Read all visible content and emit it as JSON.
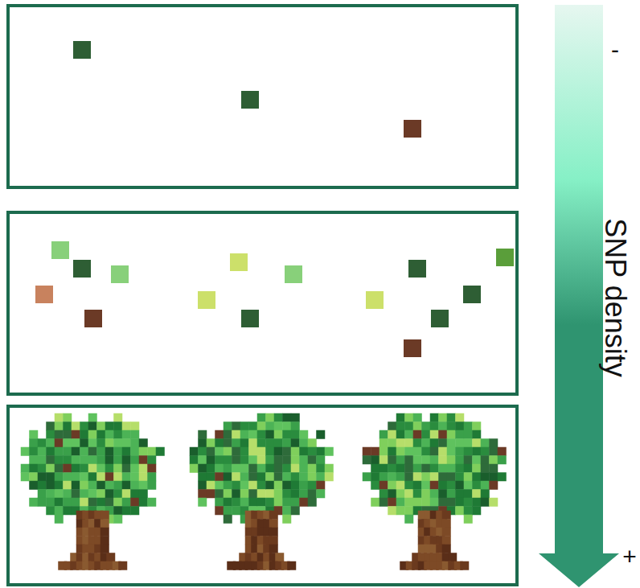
{
  "diagram": {
    "labels": [
      "-",
      "SNP density",
      "+"
    ]
  }
}
